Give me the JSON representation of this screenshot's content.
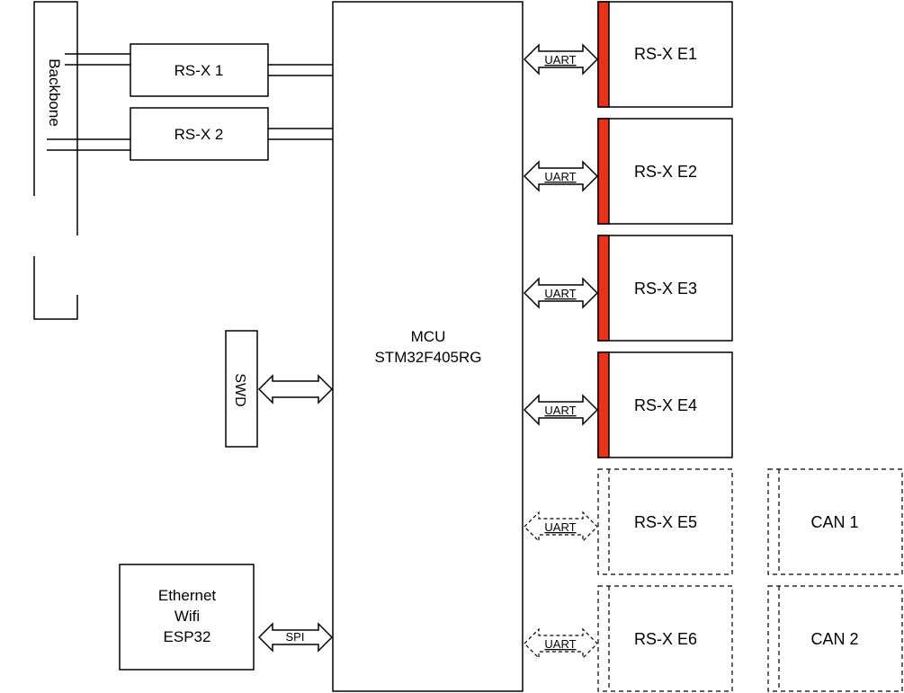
{
  "backbone": {
    "label": "Backbone"
  },
  "mcu": {
    "line1": "MCU",
    "line2": "STM32F405RG"
  },
  "rs_x_internal": [
    {
      "label": "RS-X 1"
    },
    {
      "label": "RS-X 2"
    }
  ],
  "swd": {
    "label": "SWD"
  },
  "network_module": {
    "line1": "Ethernet",
    "line2": "Wifi",
    "line3": "ESP32"
  },
  "spi_link": {
    "label": "SPI"
  },
  "expansions": [
    {
      "label": "RS-X E1",
      "link": "UART",
      "populated": true
    },
    {
      "label": "RS-X E2",
      "link": "UART",
      "populated": true
    },
    {
      "label": "RS-X E3",
      "link": "UART",
      "populated": true
    },
    {
      "label": "RS-X E4",
      "link": "UART",
      "populated": true
    },
    {
      "label": "RS-X E5",
      "link": "UART",
      "populated": false
    },
    {
      "label": "RS-X E6",
      "link": "UART",
      "populated": false
    }
  ],
  "can_modules": [
    {
      "label": "CAN 1"
    },
    {
      "label": "CAN 2"
    }
  ],
  "colors": {
    "line": "#000000",
    "accent": "#e8321a",
    "background": "#ffffff"
  }
}
